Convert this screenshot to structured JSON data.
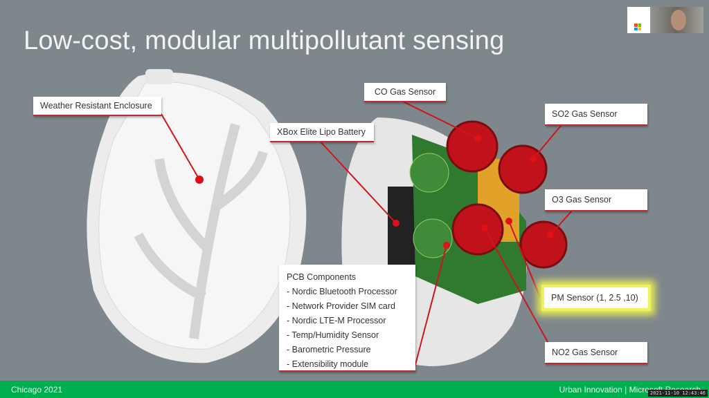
{
  "slide": {
    "title": "Low-cost, modular multipollutant sensing"
  },
  "callouts": {
    "enclosure": "Weather Resistant Enclosure",
    "battery": "XBox Elite Lipo Battery",
    "co": "CO Gas Sensor",
    "so2": "SO2 Gas Sensor",
    "o3": "O3 Gas Sensor",
    "pm": "PM Sensor (1, 2.5 ,10)",
    "no2": "NO2 Gas Sensor"
  },
  "pcb": {
    "title": "PCB Components",
    "items": [
      "- Nordic Bluetooth Processor",
      "- Network Provider SIM card",
      "- Nordic  LTE-M Processor",
      "- Temp/Humidity Sensor",
      "- Barometric Pressure",
      "- Extensibility module"
    ]
  },
  "footer": {
    "left": "Chicago 2021",
    "right": "Urban Innovation | Microsoft Research",
    "timestamp": "2021-11-10 12:43:46"
  },
  "colors": {
    "accent": "#c0282e",
    "footer": "#00b04f",
    "background": "#7e878c",
    "highlight": "#f0f060"
  }
}
